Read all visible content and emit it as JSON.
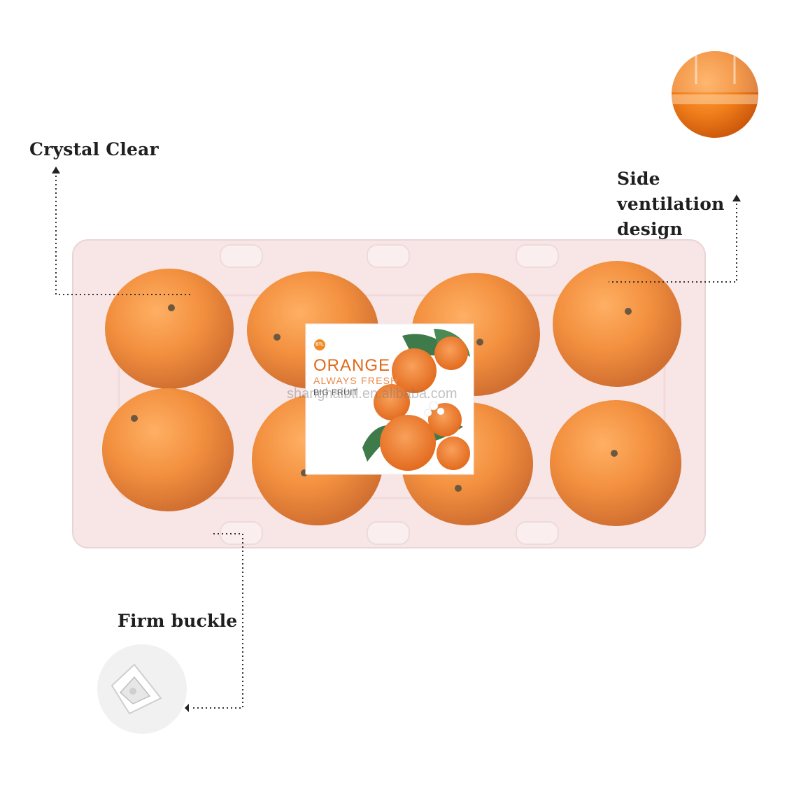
{
  "callouts": {
    "crystal_clear": "Crystal Clear",
    "side_ventilation": "Side ventilation design",
    "firm_buckle": "Firm buckle"
  },
  "product_label": {
    "logo": "BTL",
    "title": "ORANGE",
    "subtitle": "ALWAYS FRESH",
    "tagline": "BIG FRUIT"
  },
  "watermark": "shanghaibtl.en.alibaba.com",
  "colors": {
    "orange": "#f07d1a",
    "orange_dark": "#d85e0c",
    "tray": "#f3d8d8",
    "leaf": "#3f7a4a"
  }
}
